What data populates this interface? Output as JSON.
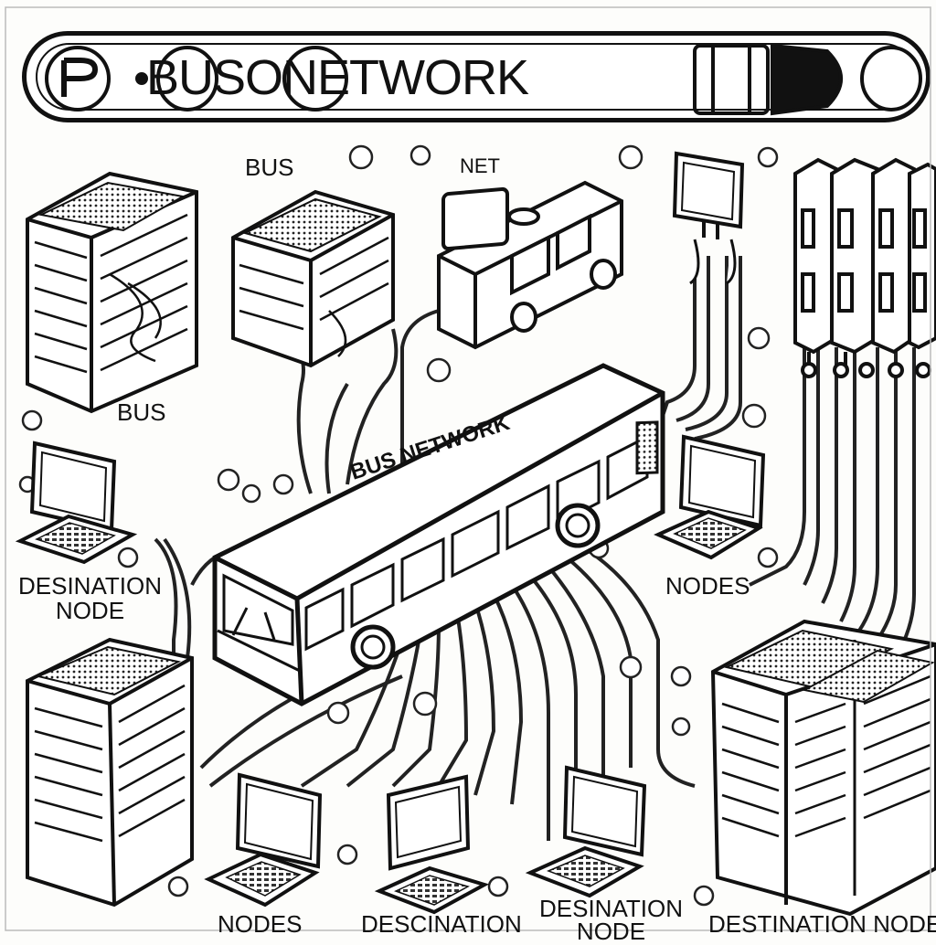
{
  "title": "BUSONETWORK",
  "labels": {
    "bus_top": "BUS",
    "net_top": "NET",
    "bus_left": "BUS",
    "bus_on_vehicle": "BUS NETWORK",
    "desination_node_left": "DESINATION\nNODE",
    "nodes_right": "NODES",
    "nodes_bottom": "NODES",
    "descination_bottom": "DESCINATION",
    "desination_node_bottom": "DESINATION\nNODE",
    "destination_node_bottom_right": "DESTINATION NODE"
  },
  "icons": [
    "server-rack-icon",
    "bus-icon",
    "computer-monitor-icon",
    "keyboard-icon",
    "network-cable-icon",
    "blade-server-icon"
  ],
  "colors": {
    "line": "#111111",
    "background": "#fdfdfb"
  }
}
